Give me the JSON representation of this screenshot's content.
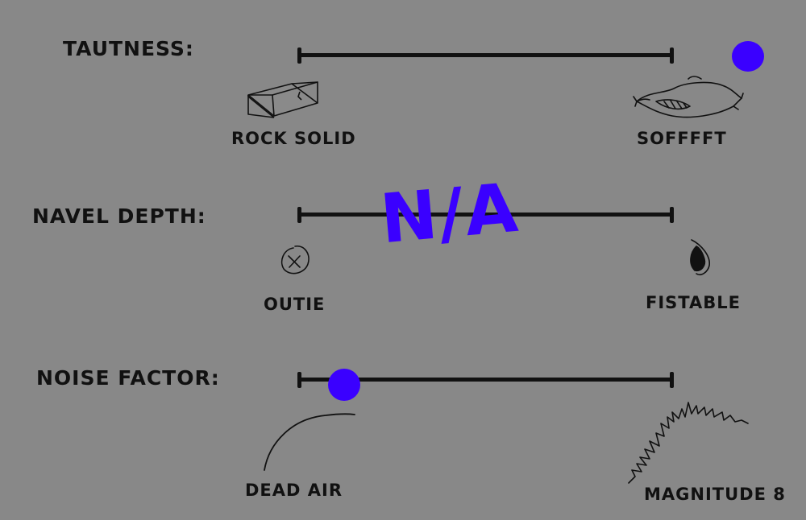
{
  "scales": [
    {
      "label": "TAUTNESS:",
      "min_label": "ROCK SOLID",
      "max_label": "SOFFFFT",
      "min_icon": "brick-icon",
      "max_icon": "pillow-icon",
      "value": 1.2
    },
    {
      "label": "NAVEL DEPTH:",
      "min_label": "OUTIE",
      "max_label": "FISTABLE",
      "min_icon": "outie-navel-icon",
      "max_icon": "deep-navel-icon",
      "overlay": "N/A"
    },
    {
      "label": "NOISE FACTOR:",
      "min_label": "DEAD AIR",
      "max_label": "MAGNITUDE 8",
      "min_icon": "flat-curve-icon",
      "max_icon": "seismic-wave-icon",
      "value": 0.12
    }
  ],
  "colors": {
    "background": "#888888",
    "ink": "#111111",
    "marker": "#3a00ff"
  }
}
